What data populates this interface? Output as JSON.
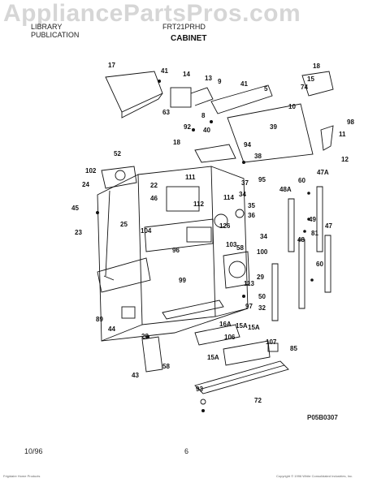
{
  "watermark": "AppliancePartsPros.com",
  "header": {
    "line1_left": "LIBRARY",
    "line2_left": "PUBLICATION",
    "model": "FRT21PRHD",
    "section": "CABINET"
  },
  "diagram_code": "P05B0307",
  "footer": {
    "date": "10/96",
    "page": "6",
    "left_small": "Frigidaire Home Products",
    "right_small": "Copyright © 1996 White Consolidated Industries, Inc."
  },
  "part_labels": [
    "17",
    "41",
    "14",
    "13",
    "9",
    "41",
    "5",
    "18",
    "15",
    "74",
    "63",
    "8",
    "10",
    "92",
    "40",
    "39",
    "98",
    "11",
    "94",
    "12",
    "52",
    "18",
    "38",
    "102",
    "111",
    "37",
    "95",
    "22",
    "114",
    "34",
    "24",
    "112",
    "46",
    "48A",
    "60",
    "47A",
    "45",
    "35",
    "36",
    "126",
    "25",
    "104",
    "103",
    "34",
    "58",
    "23",
    "49",
    "81",
    "48",
    "47",
    "96",
    "100",
    "60",
    "99",
    "113",
    "29",
    "50",
    "97",
    "32",
    "89",
    "44",
    "28",
    "16A",
    "15A",
    "106",
    "15A",
    "107",
    "85",
    "15A",
    "43",
    "58",
    "93",
    "72"
  ]
}
